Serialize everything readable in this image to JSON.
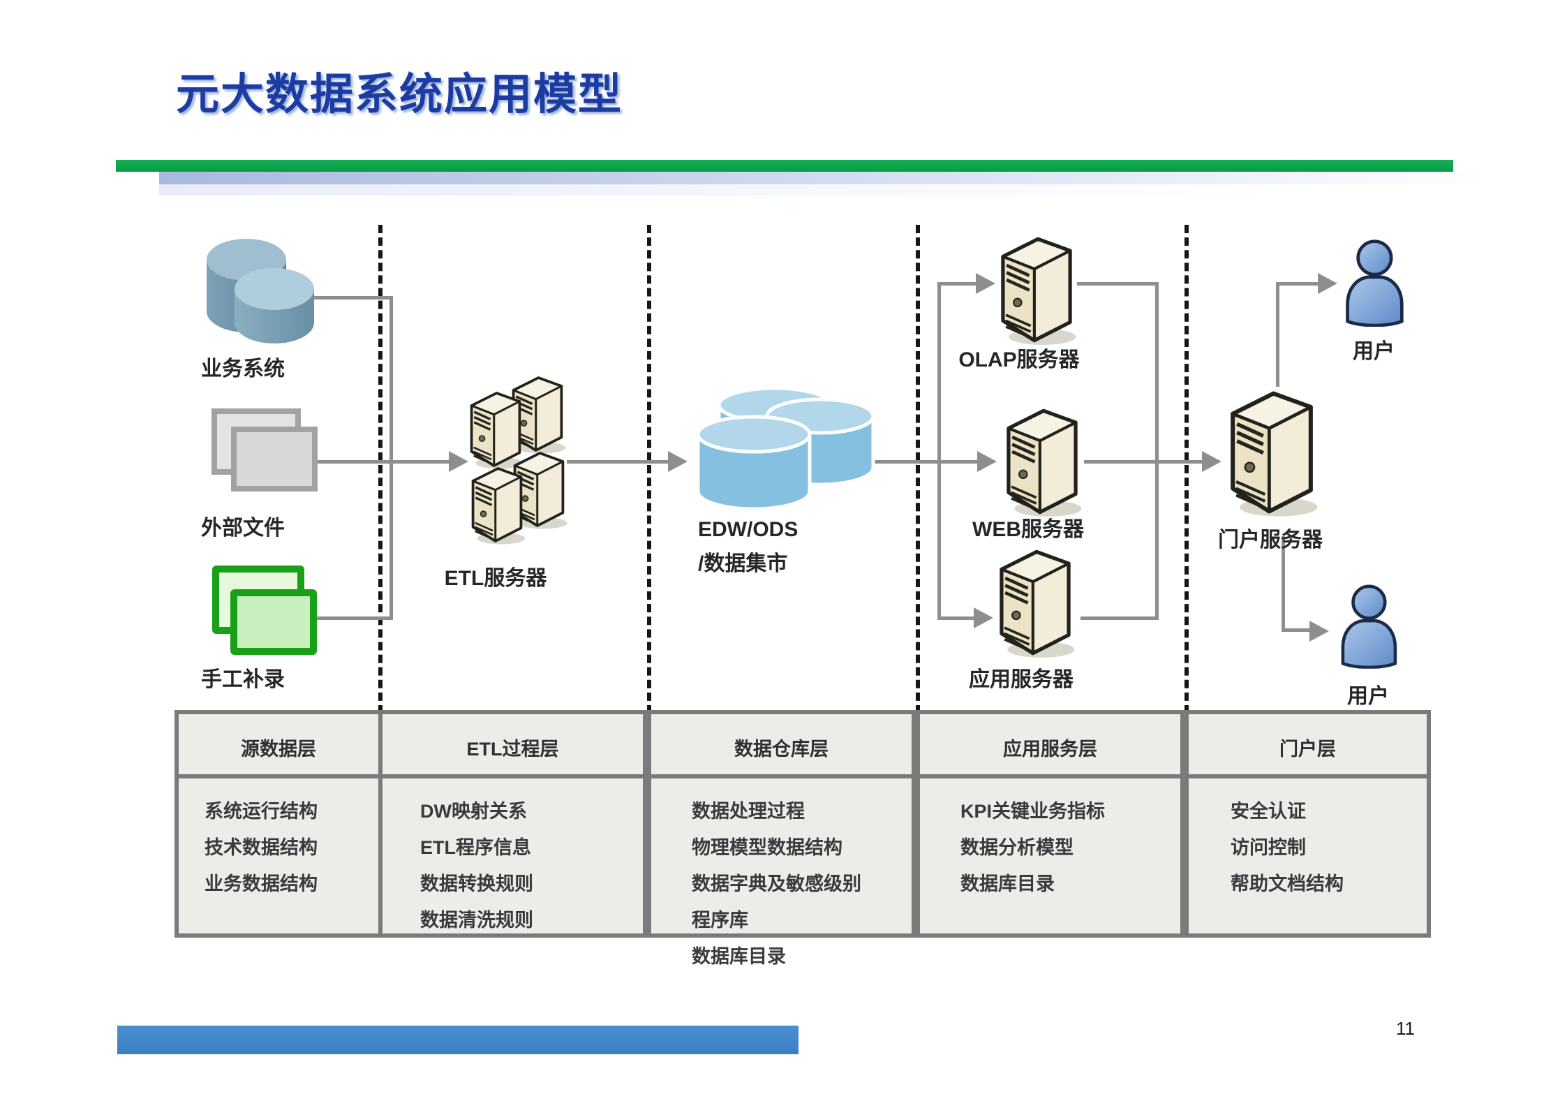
{
  "slide": {
    "title": "元大数据系统应用模型",
    "page_number": "11"
  },
  "diagram": {
    "sources": {
      "business_system": "业务系统",
      "external_files": "外部文件",
      "manual_entry": "手工补录"
    },
    "etl_server": "ETL服务器",
    "edw": {
      "line1": "EDW/ODS",
      "line2": "/数据集市"
    },
    "olap_server": "OLAP服务器",
    "web_server": "WEB服务器",
    "app_server": "应用服务器",
    "portal_server": "门户服务器",
    "user_top": "用户",
    "user_bottom": "用户"
  },
  "table": {
    "columns": [
      {
        "header": "源数据层",
        "items": [
          "系统运行结构",
          "技术数据结构",
          "业务数据结构"
        ]
      },
      {
        "header": "ETL过程层",
        "items": [
          "DW映射关系",
          "ETL程序信息",
          "数据转换规则",
          "数据清洗规则"
        ]
      },
      {
        "header": "数据仓库层",
        "items": [
          "数据处理过程",
          "物理模型数据结构",
          "数据字典及敏感级别",
          "程序库",
          "数据库目录"
        ]
      },
      {
        "header": "应用服务层",
        "items": [
          "KPI关键业务指标",
          "数据分析模型",
          "数据库目录"
        ]
      },
      {
        "header": "门户层",
        "items": [
          "安全认证",
          "访问控制",
          "帮助文档结构"
        ]
      }
    ]
  },
  "colors": {
    "title_blue": "#1c3ca3",
    "header_green": "#0aa64b",
    "connector_gray": "#8e8e8e",
    "doc_green_border": "#18a018",
    "edw_blue": "#86c0e0",
    "server_beige": "#ece3c6",
    "table_bg": "#eeece9",
    "table_border": "#7a7a7a",
    "bottom_bar_blue": "#3e83c5"
  }
}
